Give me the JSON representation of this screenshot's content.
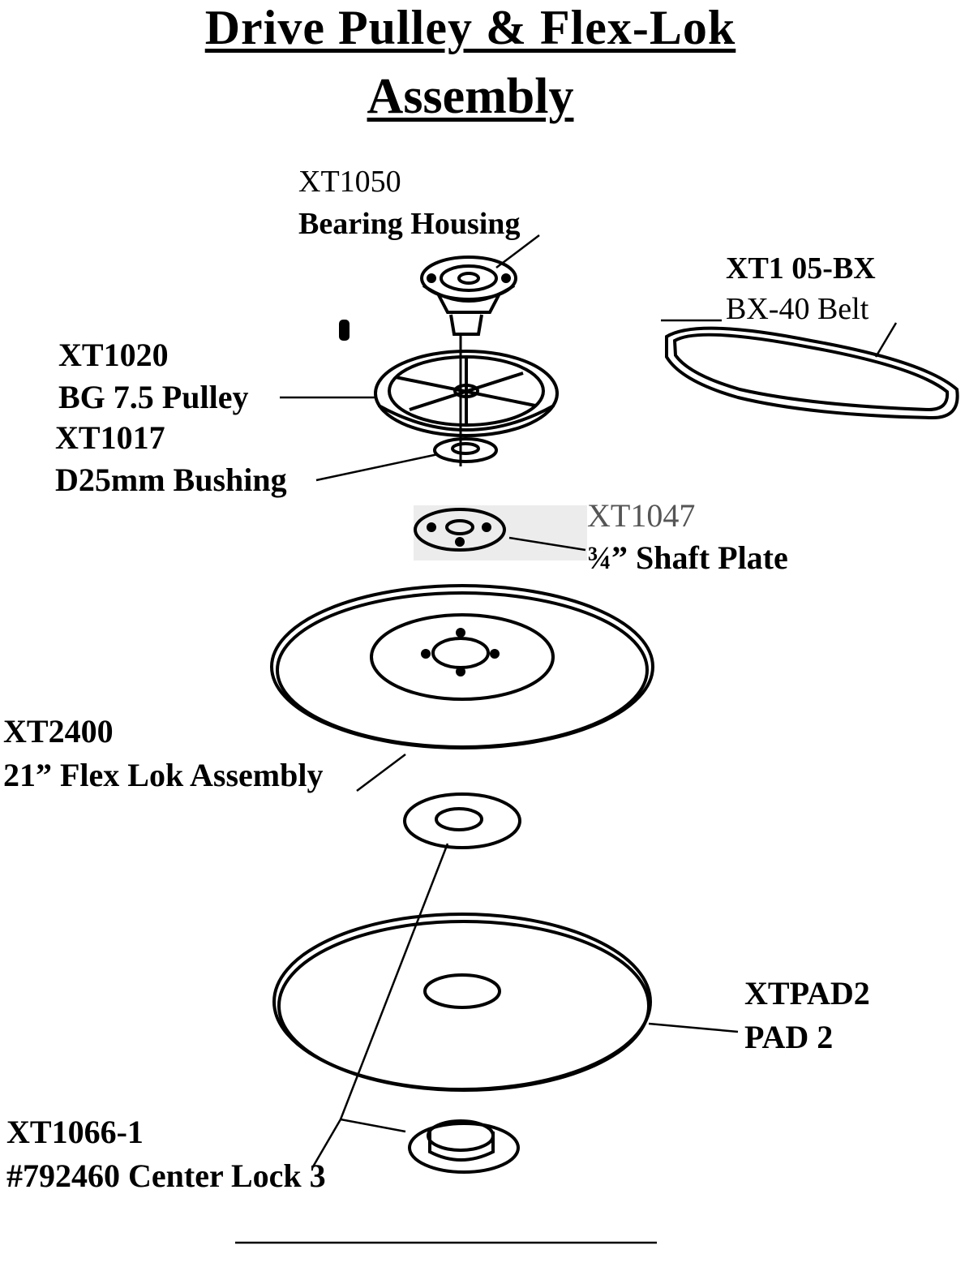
{
  "title_line1": "Drive Pulley & Flex-Lok",
  "title_line2": "Assembly",
  "parts": {
    "bearing_housing": {
      "part_no": "XT1050",
      "name": "Bearing Housing"
    },
    "belt": {
      "part_no": "XT1  05-BX",
      "name": "BX-40 Belt"
    },
    "pulley": {
      "part_no": "XT1020",
      "name": "BG 7.5 Pulley"
    },
    "bushing": {
      "part_no": "XT1017",
      "name": "D25mm Bushing"
    },
    "shaft_plate": {
      "part_no": "XT1047",
      "name": "¾” Shaft Plate"
    },
    "flex_lok": {
      "part_no": "XT2400",
      "name": "21” Flex Lok Assembly"
    },
    "pad": {
      "part_no": "XTPAD2",
      "name": "PAD 2"
    },
    "center_lock": {
      "part_no": "XT1066-1",
      "name": "#792460 Center Lock 3"
    }
  }
}
